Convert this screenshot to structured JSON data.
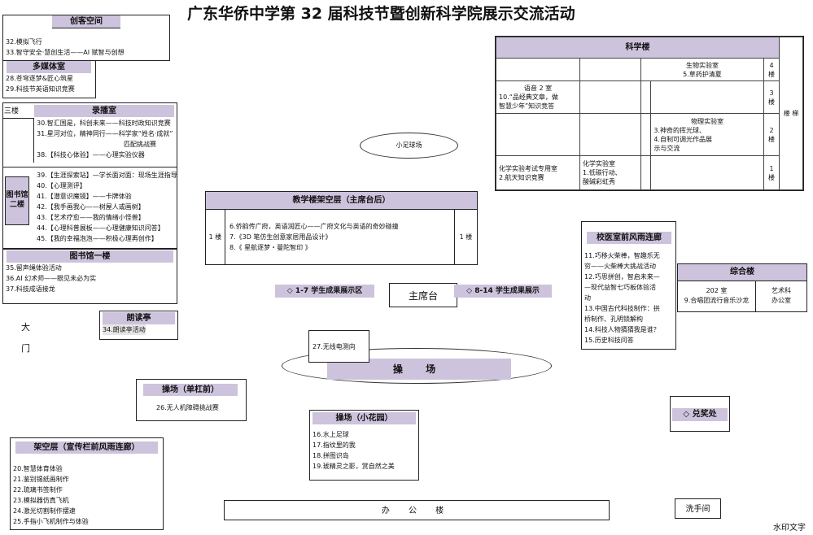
{
  "title": "广东华侨中学第 32 届科技节暨创新科学院展示交流活动",
  "maker": {
    "header": "创客空间",
    "items": [
      "32.模拟飞行",
      "33.智守安全·慧创生活——AI 赋智与创想"
    ]
  },
  "multimedia": {
    "header": "多媒体室",
    "items": [
      "28.苍穹逐梦&匠心筑星",
      "29.科技节英语知识竞赛"
    ]
  },
  "recording": {
    "header": "录播室",
    "floor_label": "三楼",
    "items_top": [
      "30.智汇国是，科创未来——科技时政知识竞赛",
      "31.星河对位，精神同行——科学家“姓名·成就”",
      "匹配挑战赛",
      "38.【科技心体验】——心理实验仪器"
    ],
    "items_mid": [
      "39.【生涯探索站】—学长面对面：现场生涯指导",
      "40.【心理测评】",
      "41.【潜意识魔镜】——卡牌体验",
      "42.【我手画我心——树屋人或画树】",
      "43.【艺术疗愈——我的情绪小怪兽】",
      "44.【心理科普展板——心理健康知识问答】",
      "45.【我的幸福泡泡——积极心理再创作】"
    ]
  },
  "library2": {
    "label_1": "图书馆",
    "label_2": "二楼"
  },
  "library1": {
    "header": "图书馆一楼",
    "items": [
      "35.留声绳体验活动",
      "36.AI 幻术师——眼见未必为实",
      "37.科技成语接龙"
    ]
  },
  "reading": {
    "header": "朗读亭",
    "items": [
      "34.朗读亭活动"
    ]
  },
  "gate": {
    "char_1": "大",
    "char_2": "门"
  },
  "football": {
    "label": "小足球场"
  },
  "science_bldg": {
    "header": "科学楼",
    "side_label": "楼 梯",
    "bio_lab": {
      "l1": "生物实验室",
      "l2": "5.草药护清夏"
    },
    "lang2": {
      "l1": "语音 2 室",
      "l2": "10.“品经典文章，做",
      "l3": "智慧少年”知识竞答"
    },
    "physics_lab": {
      "l1": "物理实验室",
      "l2": "3.神奇的挥光球、",
      "l3": "4.自制可调光作品展",
      "l4": "示与交流"
    },
    "chem_exam": {
      "l1": "化学实验考试专用室",
      "l2": "2.航天知识竞赛"
    },
    "chem_lab": {
      "l1": "化学实验室",
      "l2": "1.低碳行动、",
      "l3": "酸碱彩虹秀"
    },
    "floors": [
      "4 楼",
      "3 楼",
      "2 楼",
      "1 楼"
    ]
  },
  "teaching": {
    "header": "教学楼架空层（主席台后）",
    "floor_left": "1 楼",
    "floor_right": "1 楼",
    "items": [
      "6.侨韵传广府，英语润匠心——广府文化与英语的奇妙碰撞",
      "7.《3D 笔仿生创意家居用品设计》",
      "8.《 星航逐梦・曼陀智印 》"
    ]
  },
  "corridor": {
    "header": "校医室前风雨连廊",
    "items": [
      "11.巧移火柴棒，智趣乐无",
      "穷——火柴棒大挑战活动",
      "12.巧思拼创，智启未来—",
      "—现代益智七巧板体验活",
      "动",
      "13.中国古代科技制作：拱",
      "桥制作、孔明锁解构",
      "14.科技人物猜猜我是谁？",
      "15.历史科技问答"
    ]
  },
  "complex": {
    "header": "综合楼",
    "room_l1": "202 室",
    "room_l2": "9.合唱团流行音乐沙龙",
    "art_l1": "艺术科",
    "art_l2": "办公室"
  },
  "stage": {
    "left": "◇ 1-7 学生成果展示区",
    "center": "主席台",
    "right": "◇ 8-14 学生成果展示"
  },
  "radio_ir": {
    "label": "27.无线电测向"
  },
  "playground": {
    "label": "操 场"
  },
  "pg_bar": {
    "header": "操场（单杠前）",
    "items": [
      "26.无人机障碍挑战赛"
    ]
  },
  "garden": {
    "header": "操场（小花园）",
    "items": [
      "16.水上足球",
      "17.指纹里的我",
      "18.拼图识岛",
      "19.琥精灵之影，赏自然之美"
    ]
  },
  "prize": {
    "label": "◇ 兑奖处"
  },
  "pavilion": {
    "header": "架空层（宣传栏前风雨连廊）",
    "items": [
      "20.智慧体育体验",
      "21.鉴别锡纸画制作",
      "22.琉璃书签制作",
      "23.模拟器仿真飞机",
      "24.激光切割制作摆速",
      "25.手指小飞机制作与体验"
    ]
  },
  "office": {
    "label": "办 公 楼"
  },
  "washroom": {
    "label": "洗手间"
  },
  "watermark": {
    "label": "水印文字"
  }
}
